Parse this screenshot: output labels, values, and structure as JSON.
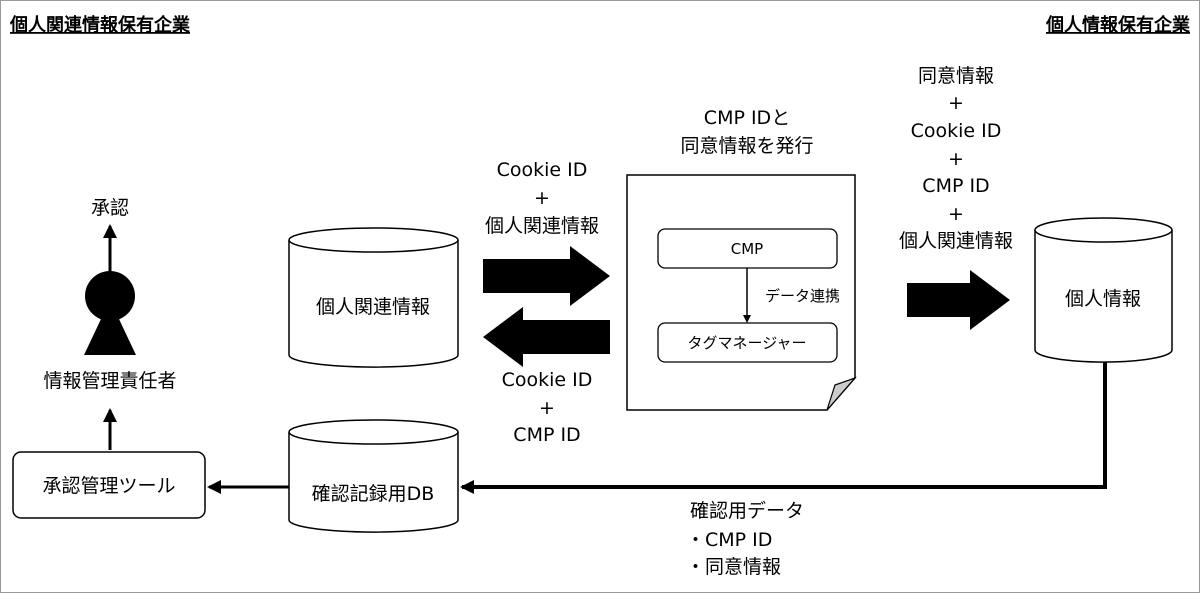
{
  "titles": {
    "left": "個人関連情報保有企業",
    "right": "個人情報保有企業"
  },
  "databases": {
    "personal_related": "個人関連情報",
    "confirmation_db": "確認記録用DB",
    "personal_info": "個人情報"
  },
  "document": {
    "caption_line1": "CMP IDと",
    "caption_line2": "同意情報を発行",
    "cmp_box": "CMP",
    "link_label": "データ連携",
    "tag_manager_box": "タグマネージャー"
  },
  "flows": {
    "to_document": [
      "Cookie ID",
      "+",
      "個人関連情報"
    ],
    "from_document": [
      "Cookie ID",
      "+",
      "CMP ID"
    ],
    "to_personal_info": [
      "同意情報",
      "+",
      "Cookie ID",
      "+",
      "CMP ID",
      "+",
      "個人関連情報"
    ],
    "confirmation_data": [
      "確認用データ",
      "・CMP ID",
      "・同意情報"
    ]
  },
  "approval": {
    "approve_label": "承認",
    "manager_label": "情報管理責任者",
    "tool_box": "承認管理ツール"
  }
}
